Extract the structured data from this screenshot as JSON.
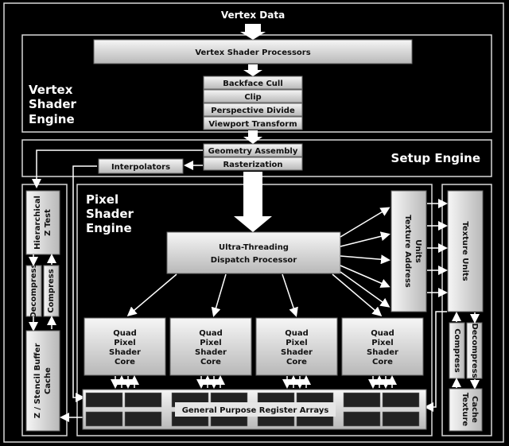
{
  "labels": {
    "vertex_data": "Vertex Data",
    "vertex_shader_processors": "Vertex Shader Processors",
    "backface_cull": "Backface Cull",
    "clip": "Clip",
    "perspective_divide": "Perspective Divide",
    "viewport_transform": "Viewport Transform",
    "vertex_engine_lines": [
      "Vertex",
      "Shader",
      "Engine"
    ],
    "geometry_assembly": "Geometry Assembly",
    "rasterization": "Rasterization",
    "interpolators": "Interpolators",
    "setup_engine": "Setup Engine",
    "pixel_engine_lines": [
      "Pixel",
      "Shader",
      "Engine"
    ],
    "hierarchical_z_test_lines": [
      "Hierarchical",
      "Z Test"
    ],
    "decompress": "Decompress",
    "compress": "Compress",
    "z_stencil_cache_lines": [
      "Z / Stencil Buffer",
      "Cache"
    ],
    "dispatch_lines": [
      "Ultra-Threading",
      "Dispatch Processor"
    ],
    "texture_address_units_lines": [
      "Texture Address",
      "Units"
    ],
    "texture_units": "Texture Units",
    "quad_core_lines": [
      "Quad",
      "Pixel",
      "Shader",
      "Core"
    ],
    "general_purpose_register_arrays": "General Purpose Register Arrays",
    "tex_compress": "Compress",
    "tex_decompress": "Decompress",
    "texture_cache_lines": [
      "Texture",
      "Cache"
    ]
  },
  "colors": {
    "background": "#000000",
    "box_light": "#f4f4f4",
    "box_dark": "#bdbdbd",
    "frame": "#d8d8d8",
    "arrow": "#ffffff"
  }
}
